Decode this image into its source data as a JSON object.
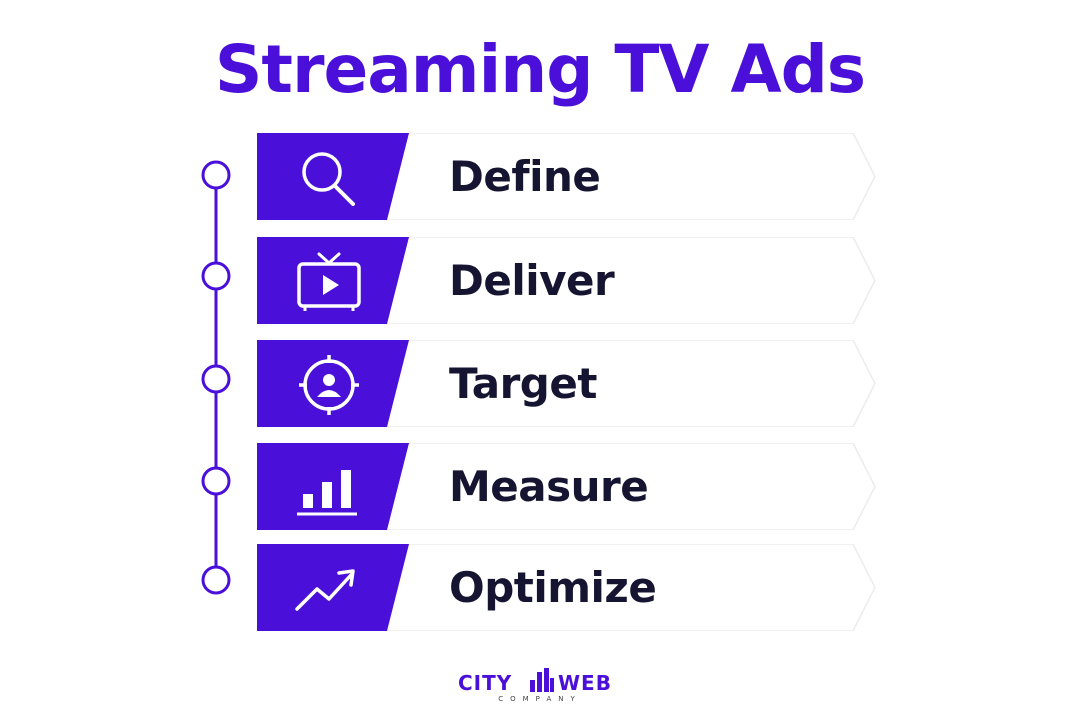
{
  "title": "Streaming TV Ads",
  "colors": {
    "accent": "#4a0fd8",
    "text": "#151431",
    "card": "#ffffff",
    "background": "#ffffff"
  },
  "steps": [
    {
      "label": "Define",
      "icon": "magnifier-icon"
    },
    {
      "label": "Deliver",
      "icon": "tv-play-icon"
    },
    {
      "label": "Target",
      "icon": "target-user-icon"
    },
    {
      "label": "Measure",
      "icon": "bar-chart-icon"
    },
    {
      "label": "Optimize",
      "icon": "trend-up-icon"
    }
  ],
  "logo": {
    "left": "CITY",
    "right": "WEB",
    "sub": "COMPANY"
  }
}
